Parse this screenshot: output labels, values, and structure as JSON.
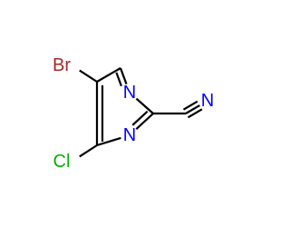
{
  "molecule": {
    "atoms": {
      "bromine": {
        "label": "Br",
        "color": "#a52a2a"
      },
      "chlorine": {
        "label": "Cl",
        "color": "#00b400"
      },
      "ring_nitrogen_1": {
        "label": "N",
        "color": "#0000ff"
      },
      "ring_nitrogen_3": {
        "label": "N",
        "color": "#0000ff"
      },
      "nitrile_nitrogen": {
        "label": "N",
        "color": "#0000ff"
      }
    },
    "bond_color": "#000000"
  }
}
